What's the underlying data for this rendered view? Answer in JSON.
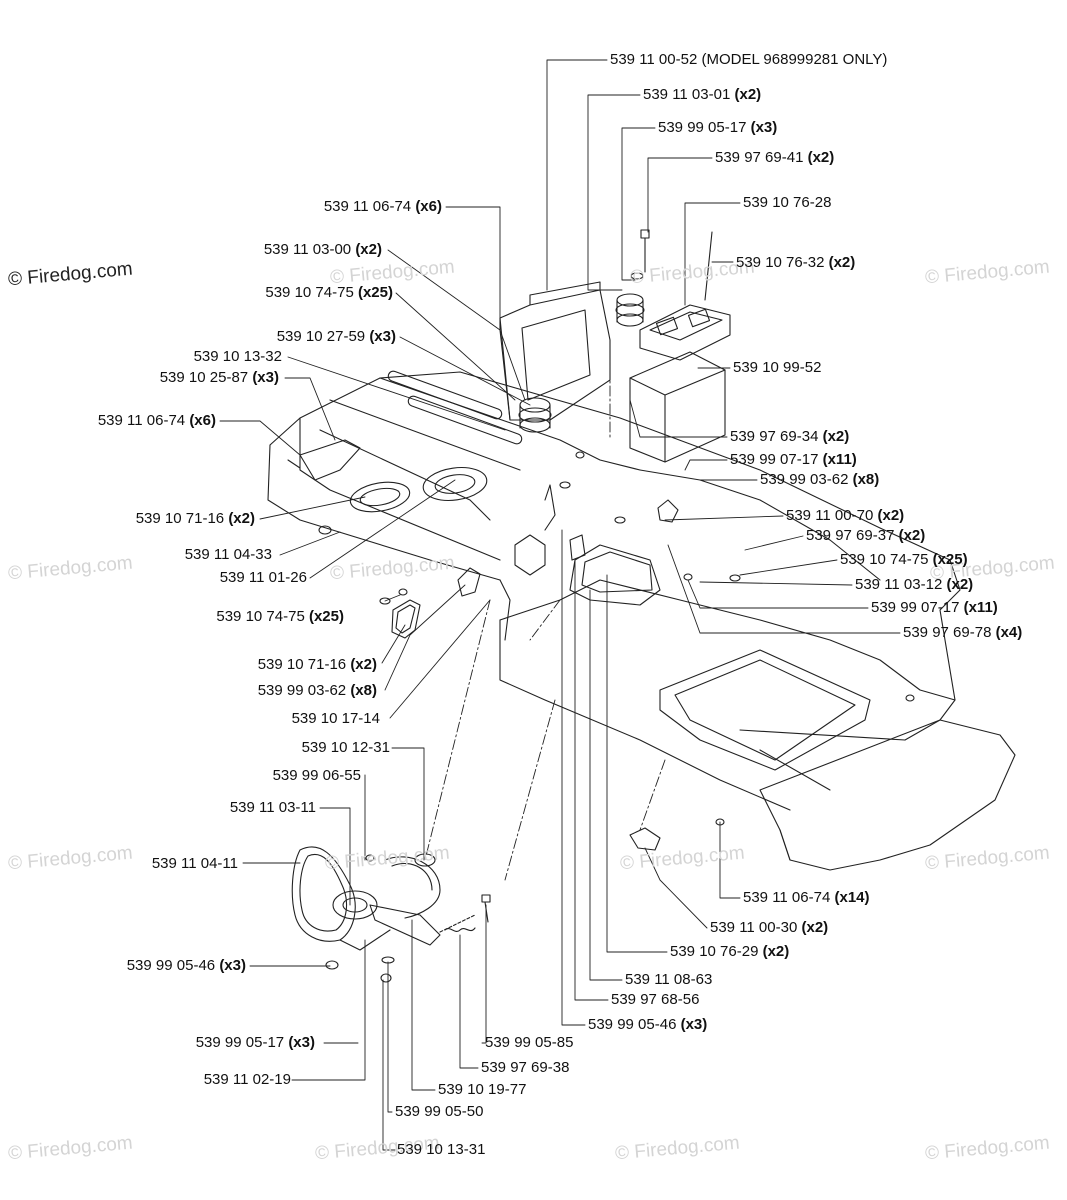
{
  "watermark": "© Firedog.com",
  "labels": {
    "l01": {
      "part": "539 11 00-52 (MODEL 968999281 ONLY)",
      "qty": ""
    },
    "l02": {
      "part": "539 11 03-01",
      "qty": "(x2)"
    },
    "l03": {
      "part": "539 99 05-17",
      "qty": "(x3)"
    },
    "l04": {
      "part": "539 97 69-41",
      "qty": "(x2)"
    },
    "l05": {
      "part": "539 11 06-74",
      "qty": "(x6)"
    },
    "l06": {
      "part": "539 10 76-28",
      "qty": ""
    },
    "l07": {
      "part": "539 11 03-00",
      "qty": "(x2)"
    },
    "l08": {
      "part": "539 10 76-32",
      "qty": "(x2)"
    },
    "l09": {
      "part": "539 10 74-75",
      "qty": "(x25)"
    },
    "l10": {
      "part": "539 10 27-59",
      "qty": "(x3)"
    },
    "l11": {
      "part": "539 10 13-32",
      "qty": ""
    },
    "l12": {
      "part": "539 10 25-87",
      "qty": "(x3)"
    },
    "l13": {
      "part": "539 10 99-52",
      "qty": ""
    },
    "l14": {
      "part": "539 11 06-74",
      "qty": "(x6)"
    },
    "l15": {
      "part": "539 97 69-34",
      "qty": "(x2)"
    },
    "l16": {
      "part": "539 99 07-17",
      "qty": "(x11)"
    },
    "l17": {
      "part": "539 99 03-62",
      "qty": "(x8)"
    },
    "l18": {
      "part": "539 10 71-16",
      "qty": "(x2)"
    },
    "l19": {
      "part": "539 11 00-70",
      "qty": "(x2)"
    },
    "l20": {
      "part": "539 97 69-37",
      "qty": "(x2)"
    },
    "l21": {
      "part": "539 11 04-33",
      "qty": ""
    },
    "l22": {
      "part": "539 10 74-75",
      "qty": "(x25)"
    },
    "l23": {
      "part": "539 11 01-26",
      "qty": ""
    },
    "l24": {
      "part": "539 11 03-12",
      "qty": "(x2)"
    },
    "l25": {
      "part": "539 10 74-75",
      "qty": "(x25)"
    },
    "l26": {
      "part": "539 99 07-17",
      "qty": "(x11)"
    },
    "l27": {
      "part": "539 97 69-78",
      "qty": "(x4)"
    },
    "l28": {
      "part": "539 10 71-16",
      "qty": "(x2)"
    },
    "l29": {
      "part": "539 99 03-62",
      "qty": "(x8)"
    },
    "l30": {
      "part": "539 10 17-14",
      "qty": ""
    },
    "l31": {
      "part": "539 10 12-31",
      "qty": ""
    },
    "l32": {
      "part": "539 99 06-55",
      "qty": ""
    },
    "l33": {
      "part": "539 11 03-11",
      "qty": ""
    },
    "l34": {
      "part": "539 11 04-11",
      "qty": ""
    },
    "l35": {
      "part": "539 11 06-74",
      "qty": "(x14)"
    },
    "l36": {
      "part": "539 11 00-30",
      "qty": "(x2)"
    },
    "l37": {
      "part": "539 10 76-29",
      "qty": "(x2)"
    },
    "l38": {
      "part": "539 99 05-46",
      "qty": "(x3)"
    },
    "l39": {
      "part": "539 11 08-63",
      "qty": ""
    },
    "l40": {
      "part": "539 97 68-56",
      "qty": ""
    },
    "l41": {
      "part": "539 99 05-46",
      "qty": "(x3)"
    },
    "l42": {
      "part": "539 99 05-85",
      "qty": ""
    },
    "l43": {
      "part": "539 99 05-17",
      "qty": "(x3)"
    },
    "l44": {
      "part": "539 97 69-38",
      "qty": ""
    },
    "l45": {
      "part": "539 11 02-19",
      "qty": ""
    },
    "l46": {
      "part": "539 10 19-77",
      "qty": ""
    },
    "l47": {
      "part": "539 99 05-50",
      "qty": ""
    },
    "l48": {
      "part": "539 10 13-31",
      "qty": ""
    }
  }
}
